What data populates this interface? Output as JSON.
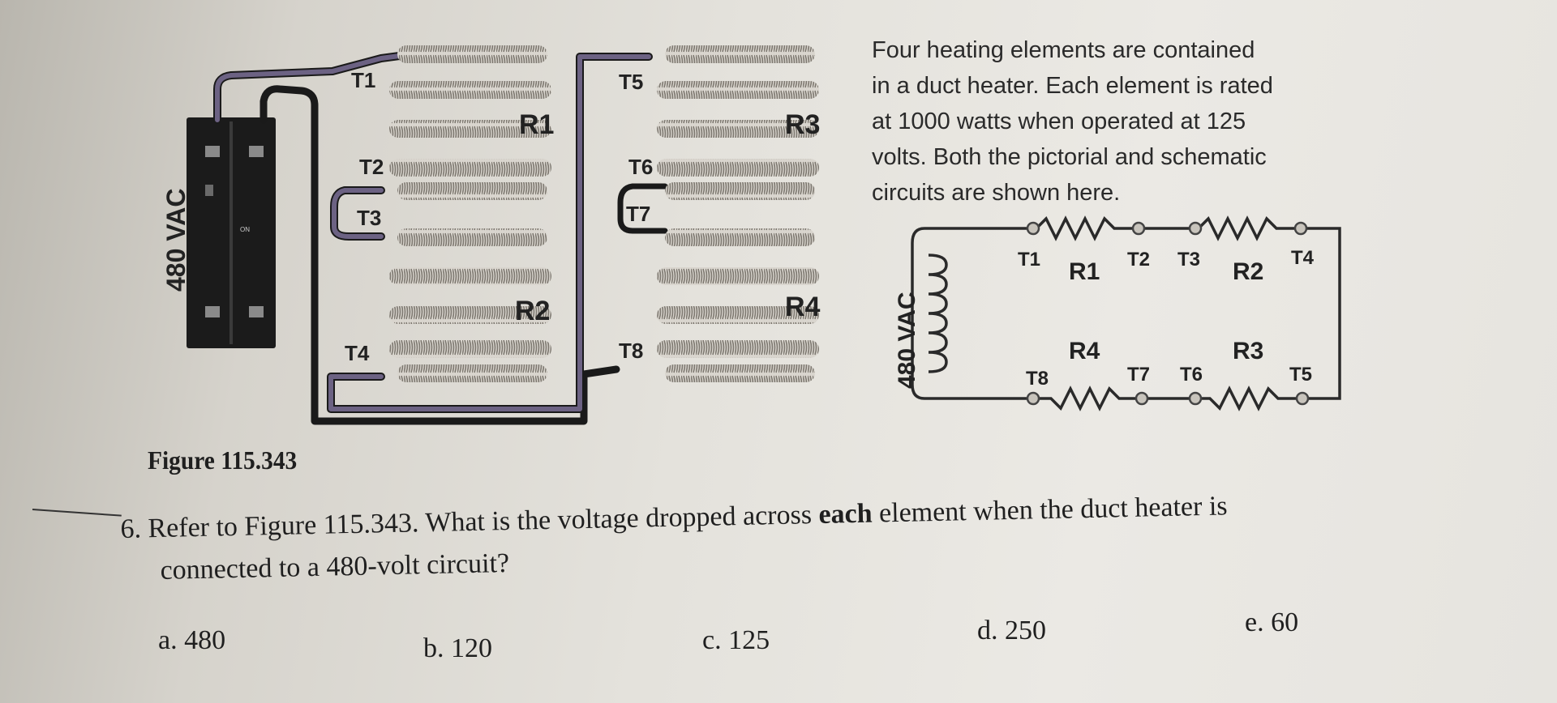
{
  "figure": {
    "supply_label": "480 VAC",
    "breaker_on_label": "ON",
    "terminals": [
      "T1",
      "T2",
      "T3",
      "T4",
      "T5",
      "T6",
      "T7",
      "T8"
    ],
    "resistors": [
      "R1",
      "R2",
      "R3",
      "R4"
    ],
    "schematic_supply_label": "480 VAC",
    "caption": "Figure 115.343"
  },
  "description": {
    "lines": [
      "Four heating elements are contained",
      "in a duct heater. Each element is rated",
      "at 1000 watts when operated at 125",
      "volts. Both the pictorial and schematic",
      "circuits are shown here."
    ]
  },
  "question": {
    "number": "6.",
    "line1": "Refer to Figure 115.343. What is the voltage dropped across ",
    "emphasis": "each",
    "line1_end": " element when the duct heater is",
    "line2": "connected to a 480-volt circuit?",
    "options": [
      {
        "letter": "a.",
        "value": "480"
      },
      {
        "letter": "b.",
        "value": "120"
      },
      {
        "letter": "c.",
        "value": "125"
      },
      {
        "letter": "d.",
        "value": "250"
      },
      {
        "letter": "e.",
        "value": "60"
      }
    ]
  },
  "colors": {
    "wire_purple": "#5a4f6e",
    "wire_black": "#1a1a1a",
    "breaker": "#1b1b1b",
    "coil": "#b8b3ab"
  }
}
